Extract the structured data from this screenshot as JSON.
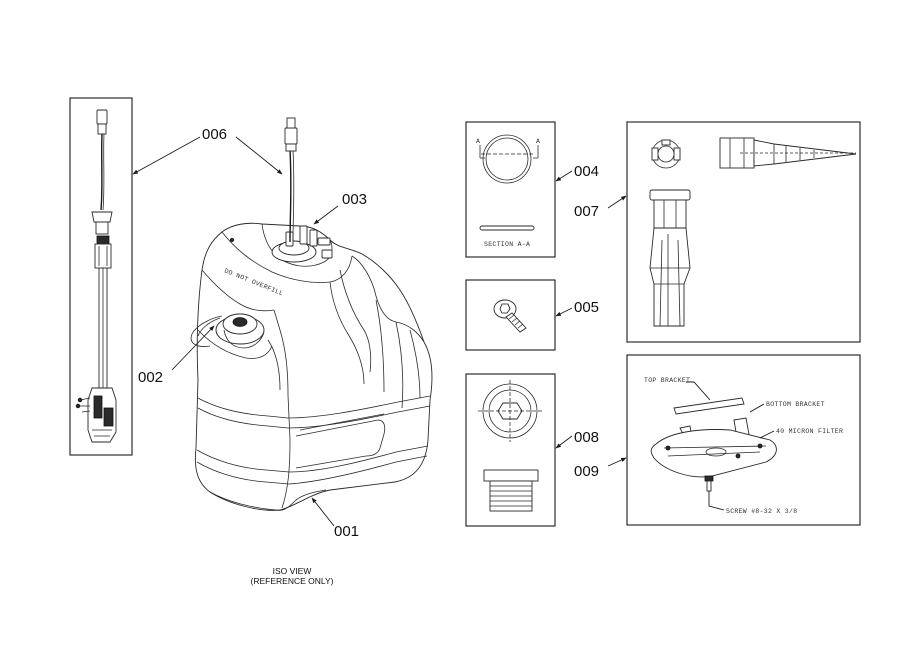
{
  "callouts": {
    "c001": "001",
    "c002": "002",
    "c003": "003",
    "c004": "004",
    "c005": "005",
    "c006": "006",
    "c007": "007",
    "c008": "008",
    "c009": "009"
  },
  "iso_caption": {
    "line1": "ISO VIEW",
    "line2": "(REFERENCE ONLY)"
  },
  "tank_warning": "DO NOT OVERFILL",
  "section_view": {
    "marker_left": "A",
    "marker_right": "A",
    "section_label": "SECTION A-A"
  },
  "filter_assembly": {
    "top_bracket": "TOP BRACKET",
    "bottom_bracket": "BOTTOM BRACKET",
    "filter": "40 MICRON FILTER",
    "screw": "SCREW #8-32 X 3/8"
  }
}
